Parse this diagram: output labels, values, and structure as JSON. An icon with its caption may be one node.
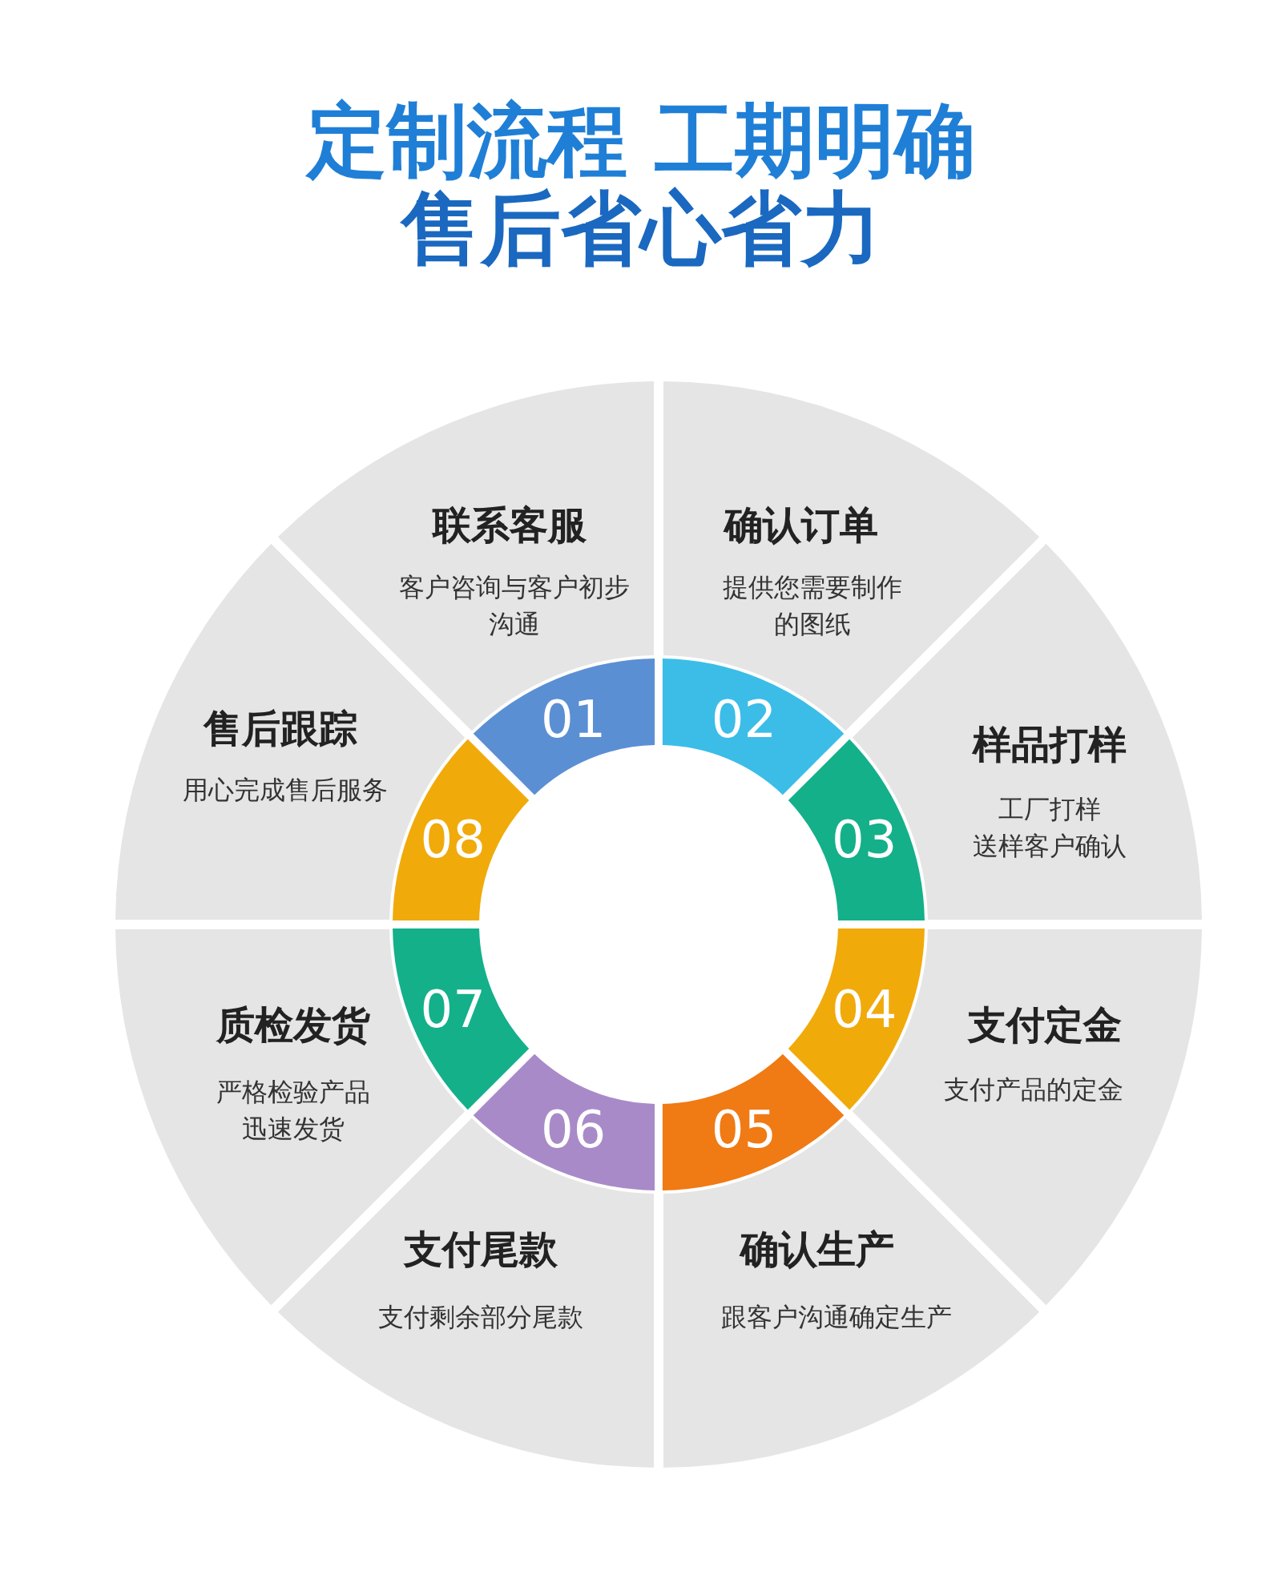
{
  "diagram": {
    "title": "定制流程 工期明确",
    "labels": [
      "售后省心省力"
    ],
    "nodes": [
      {
        "text": [
          "联系客服",
          "客户咨询与客户初步沟通"
        ]
      },
      {
        "text": [
          "确认订单",
          "提供您需要制作的图纸"
        ]
      },
      {
        "text": [
          "样品打样",
          "工厂打样",
          "送样客户确认"
        ]
      },
      {
        "text": [
          "支付定金",
          "支付产品的定金"
        ]
      },
      {
        "text": [
          "确认生产",
          "跟客户沟通确定生产"
        ]
      },
      {
        "text": [
          "支付尾款",
          "支付剩余部分尾款"
        ]
      },
      {
        "text": [
          "质检发货",
          "严格检验产品迅速发货"
        ]
      },
      {
        "text": [
          "售后跟踪",
          "用心完成售后服务"
        ]
      },
      {
        "text": [
          "01"
        ]
      },
      {
        "text": [
          "02"
        ]
      },
      {
        "text": [
          "03"
        ]
      },
      {
        "text": [
          "04"
        ]
      },
      {
        "text": [
          "05"
        ]
      },
      {
        "text": [
          "06"
        ]
      },
      {
        "text": [
          "07"
        ]
      },
      {
        "text": [
          "08"
        ]
      }
    ]
  }
}
